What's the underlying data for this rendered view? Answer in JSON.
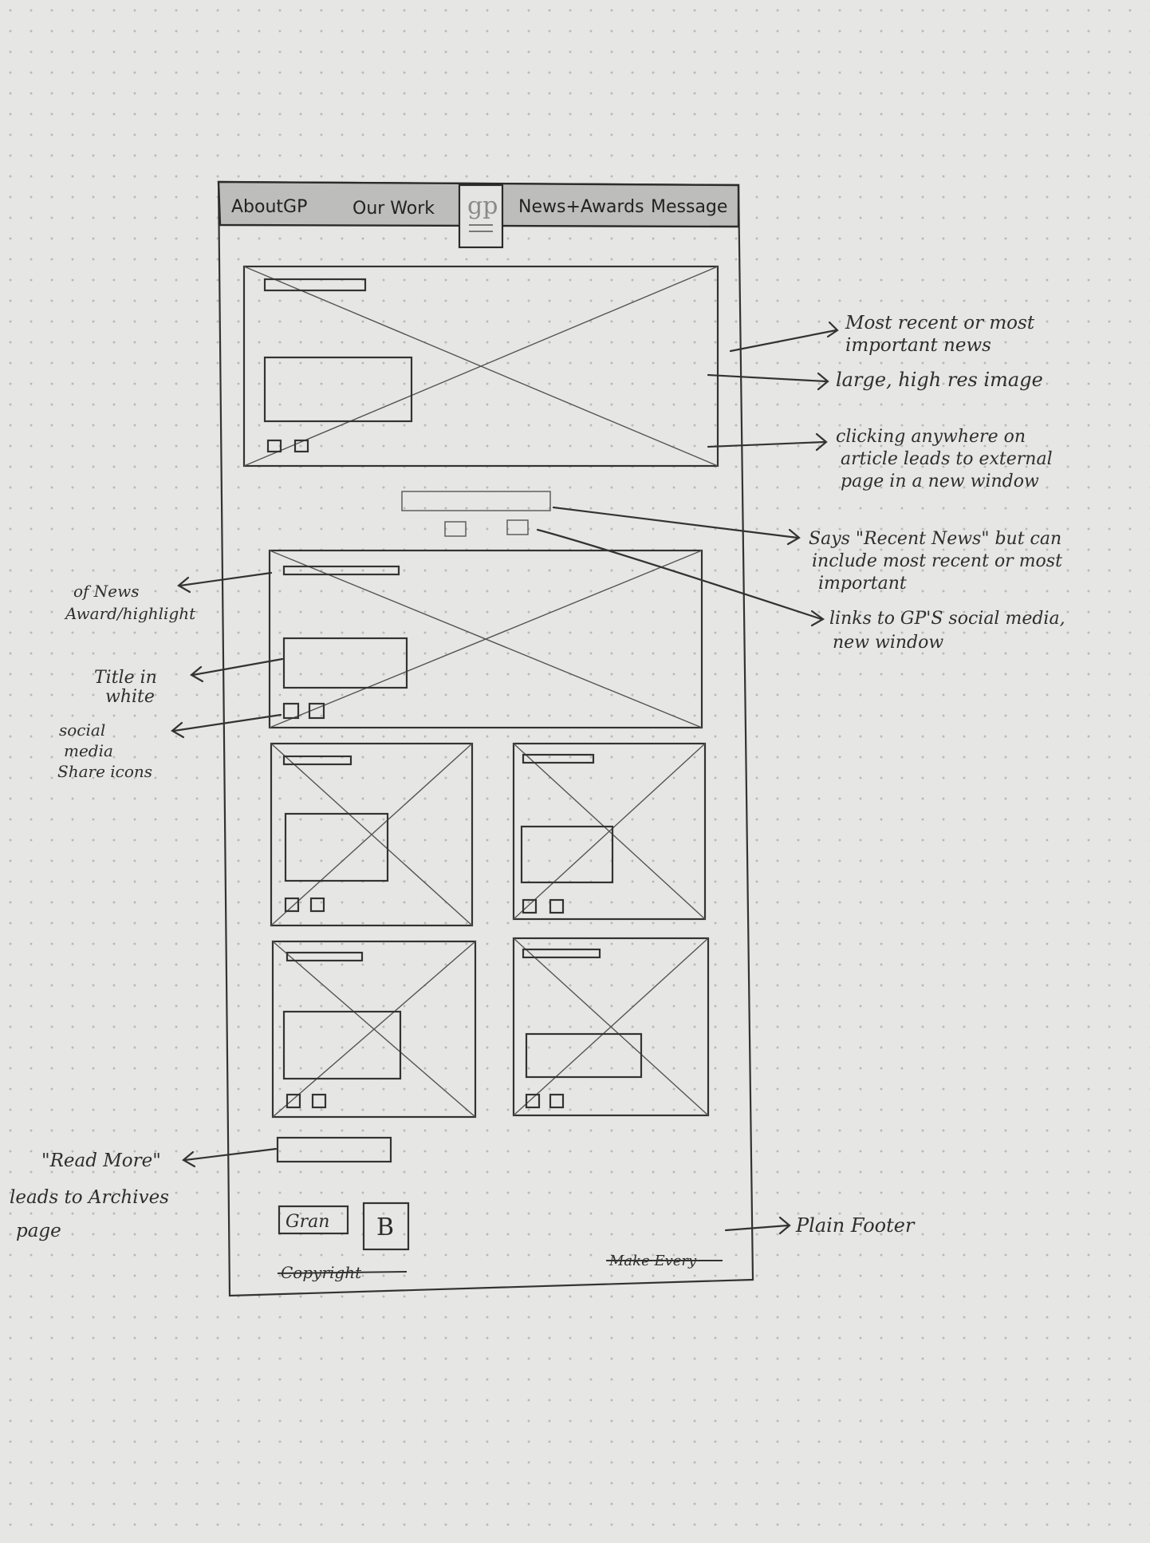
{
  "nav": {
    "items": [
      "AboutGP",
      "Our Work",
      "News+Awards",
      "Message"
    ],
    "logo_text": "gp"
  },
  "annotations": {
    "hero_news": [
      "Most recent or most",
      "important news"
    ],
    "hero_image": [
      "large, high res image"
    ],
    "hero_click": [
      "clicking anywhere on",
      "article leads to external",
      "page in a new window"
    ],
    "recent_news": [
      "Says \"Recent News\" but can",
      "include most recent or most",
      "important"
    ],
    "social_links": [
      "links to GP'S social media,",
      "new window"
    ],
    "left_type": [
      "of News",
      "Award/highlight"
    ],
    "left_title": [
      "Title in",
      "white"
    ],
    "left_social": [
      "social",
      "media",
      "Share icons"
    ],
    "read_more": [
      "\"Read More\"",
      "leads to Archives",
      "page"
    ],
    "footer": [
      "Plain Footer"
    ]
  },
  "footer": {
    "brand_left": "Gran",
    "brand_right": "B",
    "copyright": "Copyright",
    "maker": "Make Every"
  }
}
